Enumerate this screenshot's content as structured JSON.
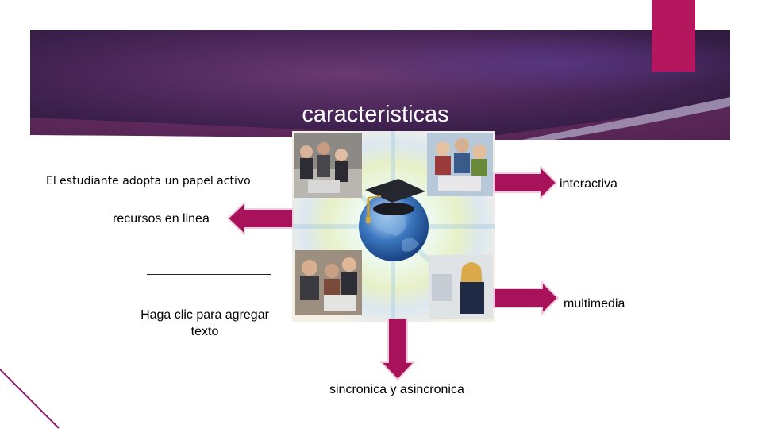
{
  "slide": {
    "title": "caracteristicas",
    "placeholder_text": "Haga clic para agregar texto"
  },
  "labels": {
    "student_role": "El estudiante adopta un papel activo",
    "interactive": "interactiva",
    "online_resources": "recursos en linea",
    "multimedia": "multimedia",
    "sync_async": "sincronica y asincronica"
  },
  "colors": {
    "banner_dark": "#2a1840",
    "banner_mid": "#4a2a5e",
    "banner_light": "#7a3a6a",
    "accent_pink": "#b5175e",
    "arrow_fill": "#a8125a",
    "arrow_stroke": "#f0d0e0"
  }
}
